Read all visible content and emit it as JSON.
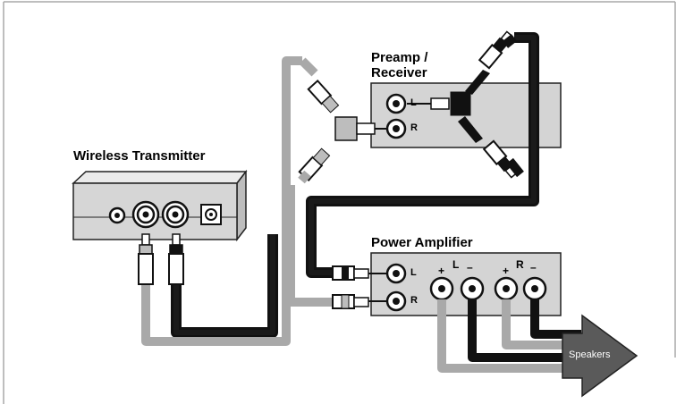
{
  "devices": {
    "transmitter": {
      "label": "Wireless Transmitter"
    },
    "preamp": {
      "label_line1": "Preamp /",
      "label_line2": "Receiver"
    },
    "amplifier": {
      "label": "Power Amplifier"
    },
    "speakers": {
      "label": "Speakers"
    }
  },
  "jacks": {
    "preamp_left": "L",
    "preamp_right": "R",
    "amp_left": "L",
    "amp_right": "R",
    "amp_terminal_left": "L",
    "amp_terminal_right": "R",
    "plus": "+",
    "minus": "–"
  },
  "colors": {
    "gray_cable": "#a9a9a9",
    "black_cable": "#1a1a1a",
    "device_fill": "#d4d4d4",
    "arrow_fill": "#5a5a5a",
    "frame_border": "#a8a8a8"
  }
}
